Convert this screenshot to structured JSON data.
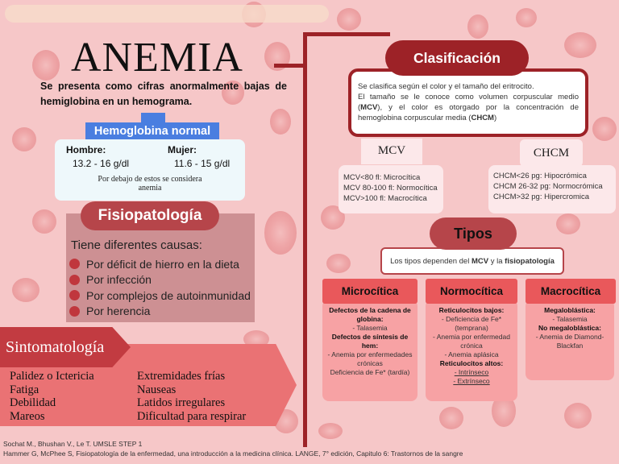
{
  "title": "ANEMIA",
  "subtitle": "Se presenta como cifras anormalmente bajas de hemiglobina en un hemograma.",
  "hemoglobina": {
    "heading": "Hemoglobina normal",
    "hombre_label": "Hombre:",
    "hombre_value": "13.2 - 16 g/dl",
    "mujer_label": "Mujer:",
    "mujer_value": "11.6 - 15 g/dl",
    "note": "Por debajo de estos se considera anemia"
  },
  "fisiopatologia": {
    "heading": "Fisiopatología",
    "intro": "Tiene diferentes causas:",
    "items": [
      "Por déficit de hierro en la dieta",
      "Por infección",
      "Por complejos de autoinmunidad",
      "Por herencia"
    ]
  },
  "sintomatologia": {
    "heading": "Sintomatología",
    "left": [
      "Palidez o Ictericia",
      "Fatiga",
      "Debilidad",
      "Mareos"
    ],
    "right": [
      "Extremidades frías",
      "Nauseas",
      "Latidos irregulares",
      "Dificultad para respirar"
    ]
  },
  "clasificacion": {
    "heading": "Clasificación",
    "line1": "Se clasifica según el color y el tamaño del eritrocito.",
    "line2a": "El tamaño se le conoce como volumen corpuscular medio (",
    "mcv_abbr": "MCV",
    "line2b": "), y el color es otorgado por la concentración de hemoglobina corpuscular media (",
    "chcm_abbr": "CHCM",
    "line2c": ")"
  },
  "mcv": {
    "heading": "MCV",
    "items": [
      "MCV<80 fl: Microcítica",
      "MCV 80-100 fl: Normocítica",
      "MCV>100 fl: Macrocítica"
    ]
  },
  "chcm": {
    "heading": "CHCM",
    "items": [
      "CHCM<26 pg: Hipocrómica",
      "CHCM 26-32 pg: Normocrómica",
      "CHCM>32 pg: Hipercromica"
    ]
  },
  "tipos": {
    "heading": "Tipos",
    "text_a": "Los tipos dependen del ",
    "mcv": "MCV",
    "text_b": " y la ",
    "fisio": "fisiopatología"
  },
  "microcitica": {
    "heading": "Microcítica",
    "h1": "Defectos de la cadena de globina:",
    "i1": "- Talasemia",
    "h2": "Defectos de síntesis de hem:",
    "i2": "- Anemia por enfermedades crónicas",
    "i3": "Deficiencia de Fe* (tardía)"
  },
  "normocitica": {
    "heading": "Normocítica",
    "h1": "Reticulocitos bajos:",
    "i1": "- Deficiencia de Fe* (temprana)",
    "i2": "- Anemia por enfermedad crónica",
    "i3": "- Anemia aplásica",
    "h2": "Reticulocitos altos:",
    "i4": "- Intrínseco",
    "i5": "- Extrínseco"
  },
  "macrocitica": {
    "heading": "Macrocítica",
    "h1": "Megaloblástica:",
    "i1": "- Talasemia",
    "h2": "No megaloblástica:",
    "i2": "- Anemia de Diamond-Blackfan"
  },
  "references": [
    "Sochat M., Bhushan V., Le T. UMSLE STEP 1",
    "Hammer G, McPhee S, Fisiopatología de la enfermedad, una introducción a la medicina clínica. LANGE, 7° edición, Capitulo 6: Trastornos de la sangre"
  ]
}
